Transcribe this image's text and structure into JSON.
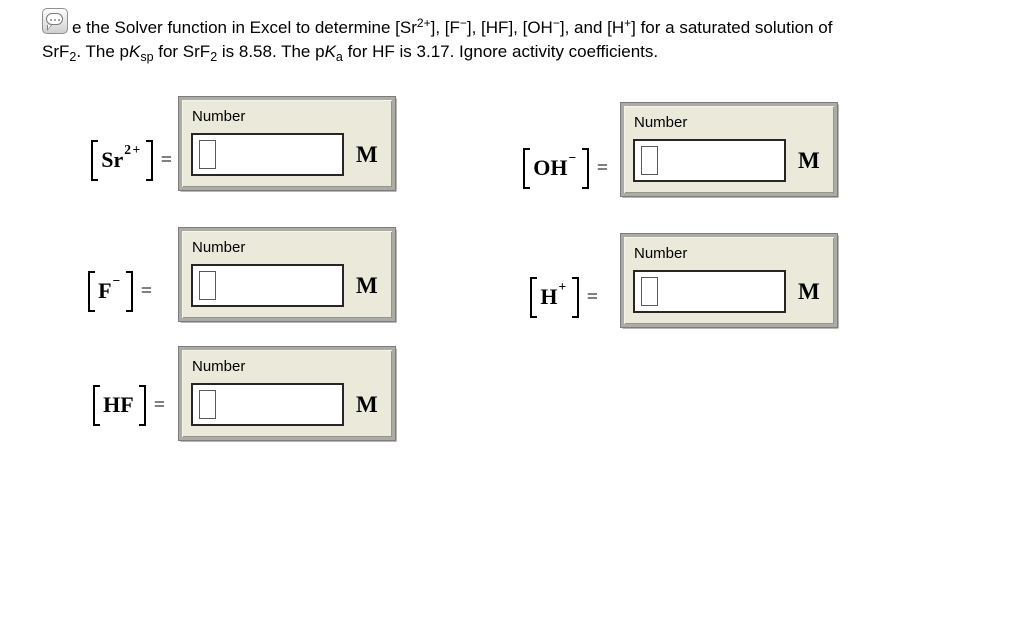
{
  "page": {
    "background": "#ffffff"
  },
  "problem": {
    "comment_icon": "speech-bubble-ellipsis",
    "line1_segments": [
      {
        "t": "e the Solver function in Excel to determine [Sr"
      },
      {
        "t": "2+",
        "sup": true
      },
      {
        "t": "], [F"
      },
      {
        "t": "−",
        "sup": true
      },
      {
        "t": "], [HF], [OH"
      },
      {
        "t": "−",
        "sup": true
      },
      {
        "t": "], and [H"
      },
      {
        "t": "+",
        "sup": true
      },
      {
        "t": "] for a saturated solution of"
      }
    ],
    "line2_segments": [
      {
        "t": "SrF"
      },
      {
        "t": "2",
        "sub": true
      },
      {
        "t": ". The p"
      },
      {
        "t": "K",
        "i": true
      },
      {
        "t": "sp",
        "sub": true
      },
      {
        "t": " for SrF"
      },
      {
        "t": "2",
        "sub": true
      },
      {
        "t": " is 8.58. The p"
      },
      {
        "t": "K",
        "i": true
      },
      {
        "t": "a",
        "sub": true
      },
      {
        "t": " for HF is 3.17. Ignore activity coefficients."
      }
    ]
  },
  "symbols": {
    "open_bracket": "[",
    "close_bracket": "]",
    "equals": "="
  },
  "answers": [
    {
      "id": "sr",
      "formula": "Sr",
      "superscript": "2+",
      "equals": "=",
      "field_label": "Number",
      "value": "",
      "unit": "M"
    },
    {
      "id": "oh",
      "formula": "OH",
      "superscript": "−",
      "equals": "=",
      "field_label": "Number",
      "value": "",
      "unit": "M"
    },
    {
      "id": "f",
      "formula": "F",
      "superscript": "−",
      "equals": "=",
      "field_label": "Number",
      "value": "",
      "unit": "M"
    },
    {
      "id": "h",
      "formula": "H",
      "superscript": "+",
      "equals": "=",
      "field_label": "Number",
      "value": "",
      "unit": "M"
    },
    {
      "id": "hf",
      "formula": "HF",
      "superscript": "",
      "equals": "=",
      "field_label": "Number",
      "value": "",
      "unit": "M"
    }
  ],
  "colors": {
    "panel_background": "#ebe9d9",
    "panel_frame": "#acaca6",
    "panel_outline": "#7c7c7c",
    "input_border": "#262626",
    "text": "#000000"
  }
}
